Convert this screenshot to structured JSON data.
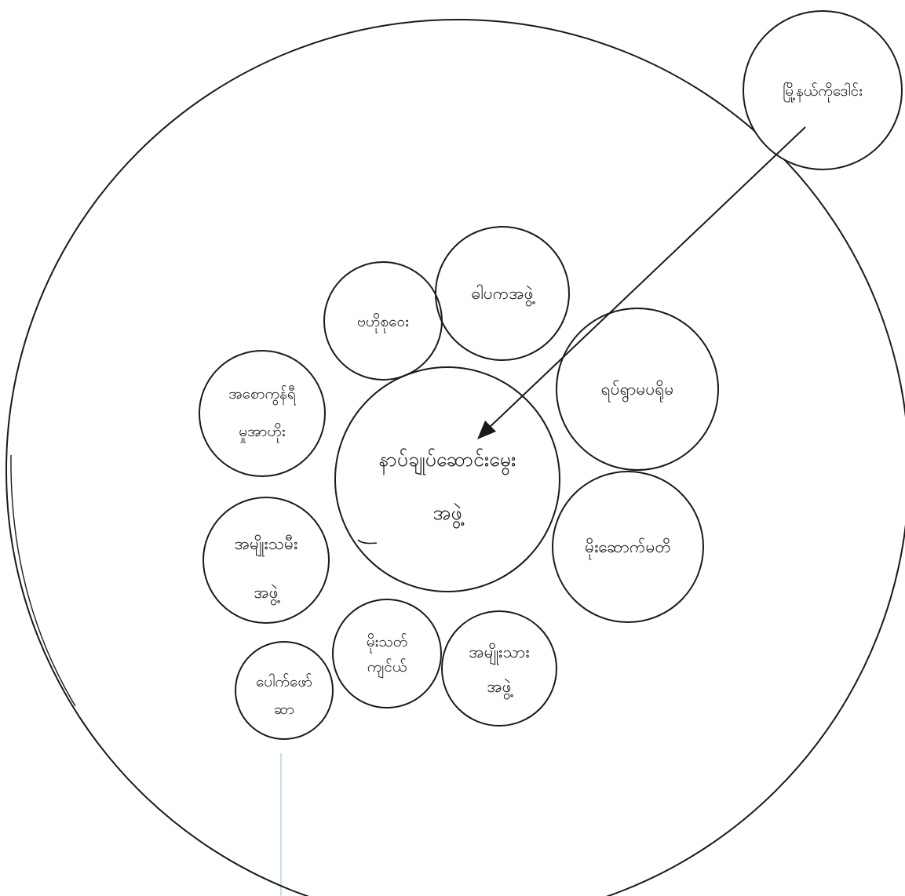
{
  "diagram": {
    "outer_label": "မြို့နယ်ကိုဒေါင်း",
    "center": {
      "line1": "နာပ်ချုပ်ဆောင်းမွေး",
      "line2": "အဖွဲ့"
    },
    "nodes": [
      {
        "line1": "ဓါပကအဖွဲ့"
      },
      {
        "line1": "ဗဟိုစုဝေး"
      },
      {
        "line1": "ရပ်ရွာမပရိုမ"
      },
      {
        "line1": "မိုးဆောက်မတိ"
      },
      {
        "line1": "အမျိုးသား",
        "line2": "အဖွဲ့"
      },
      {
        "line1": "မိုးသတ်",
        "line2": "ကျင်ယ်"
      },
      {
        "line1": "အမျိုးသမီး",
        "line2": "အဖွဲ့"
      },
      {
        "line1": "ပေါက်ဖော်",
        "line2": "ဆာ"
      },
      {
        "line1": "အစောကွန်ရီ",
        "line2": "မှုအာဟိုး"
      }
    ],
    "colors": {
      "stroke": "#1a1a1a",
      "guide": "#9ec9e0",
      "paper": "#ffffff"
    }
  }
}
